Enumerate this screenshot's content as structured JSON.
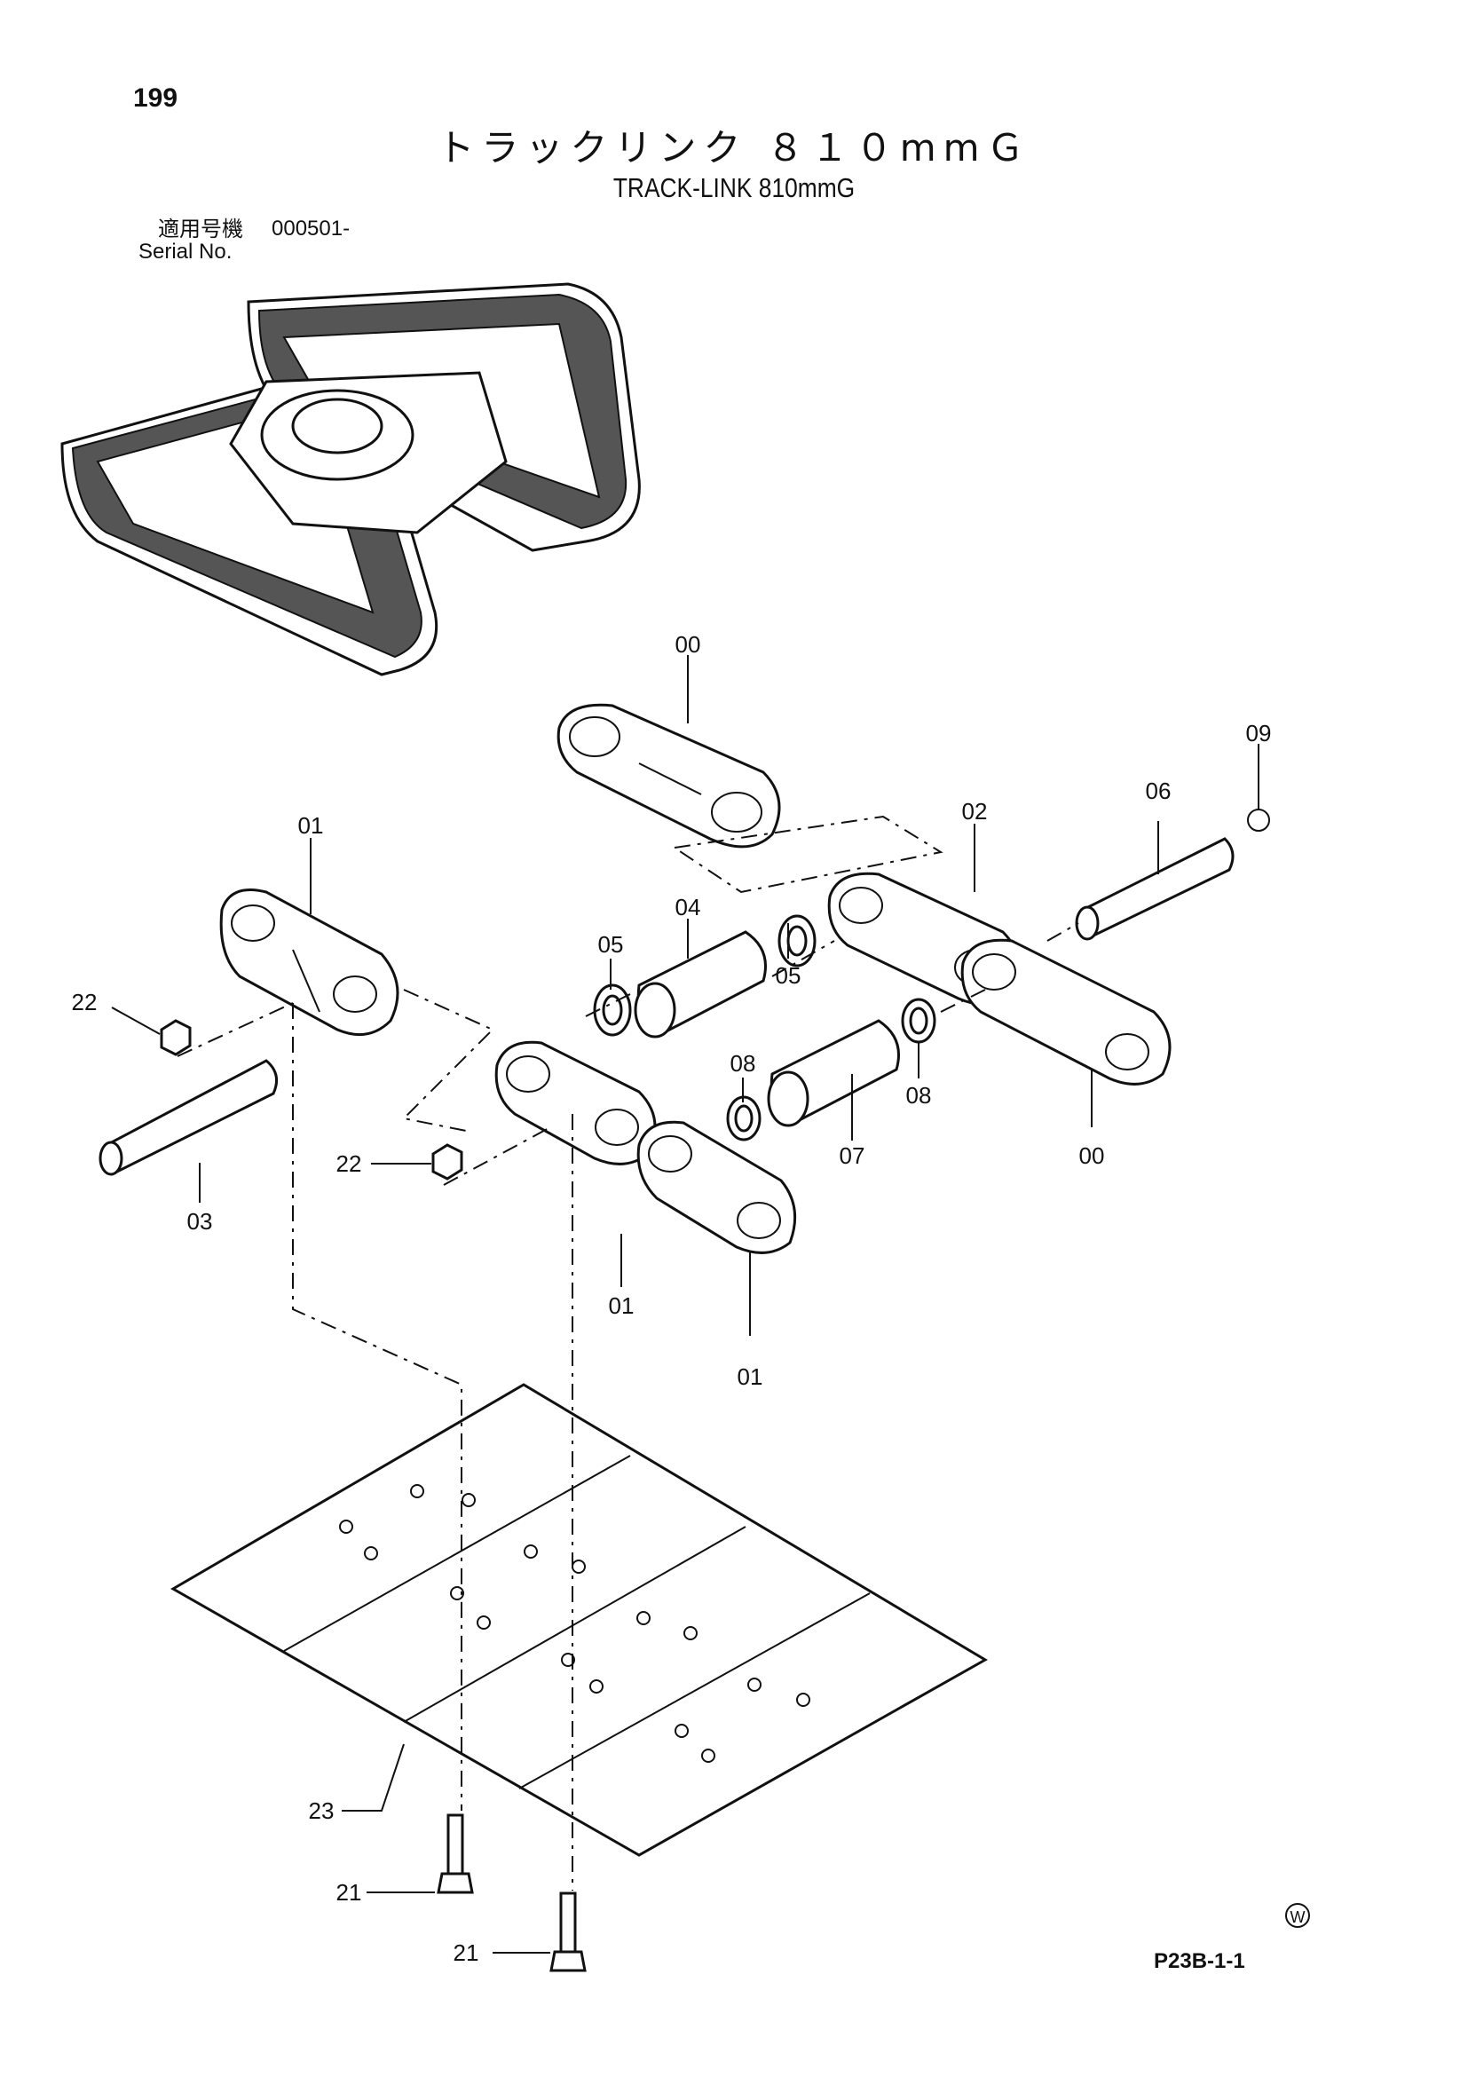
{
  "page": {
    "number": "199",
    "title_jp": "トラックリンク ８１０mmＧ",
    "title_en": "TRACK-LINK 810mmG",
    "serial_label_jp": "適用号機",
    "serial_value": "000501-",
    "serial_label_en": "Serial No.",
    "reference_code": "P23B-1-1",
    "mark": "W"
  },
  "callouts": {
    "c00_top": "00",
    "c09": "09",
    "c06": "06",
    "c02": "02",
    "c01_top": "01",
    "c04": "04",
    "c05_left": "05",
    "c05_right": "05",
    "c22_top": "22",
    "c08_left": "08",
    "c08_right": "08",
    "c07": "07",
    "c00_right": "00",
    "c22_bottom": "22",
    "c03": "03",
    "c01_mid": "01",
    "c01_bottom": "01",
    "c23": "23",
    "c21_left": "21",
    "c21_right": "21"
  }
}
